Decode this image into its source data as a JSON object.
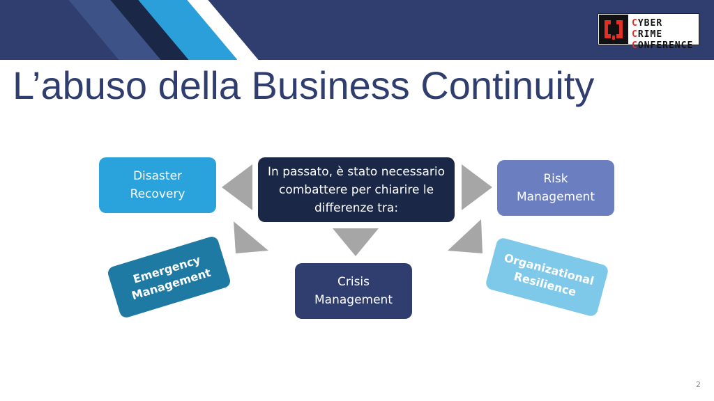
{
  "slide": {
    "title": "L’abuso della Business Continuity",
    "page_number": "2"
  },
  "logo": {
    "line1": "CYBER CRIME",
    "line2": "CONFERENCE"
  },
  "diagram": {
    "center": {
      "text": "In passato, è stato necessario combattere per chiarire le differenze tra:",
      "color": "#1b2746"
    },
    "items": [
      {
        "label": "Disaster Recovery",
        "color": "#2aa3dd"
      },
      {
        "label": "Risk Management",
        "color": "#6a7ec0"
      },
      {
        "label": "Emergency Management",
        "color": "#1f7aa3"
      },
      {
        "label": "Crisis Management",
        "color": "#2f3e6e"
      },
      {
        "label": "Organizational Resilience",
        "color": "#7ec8ea"
      }
    ],
    "arrow_color": "#a6a6a6"
  }
}
